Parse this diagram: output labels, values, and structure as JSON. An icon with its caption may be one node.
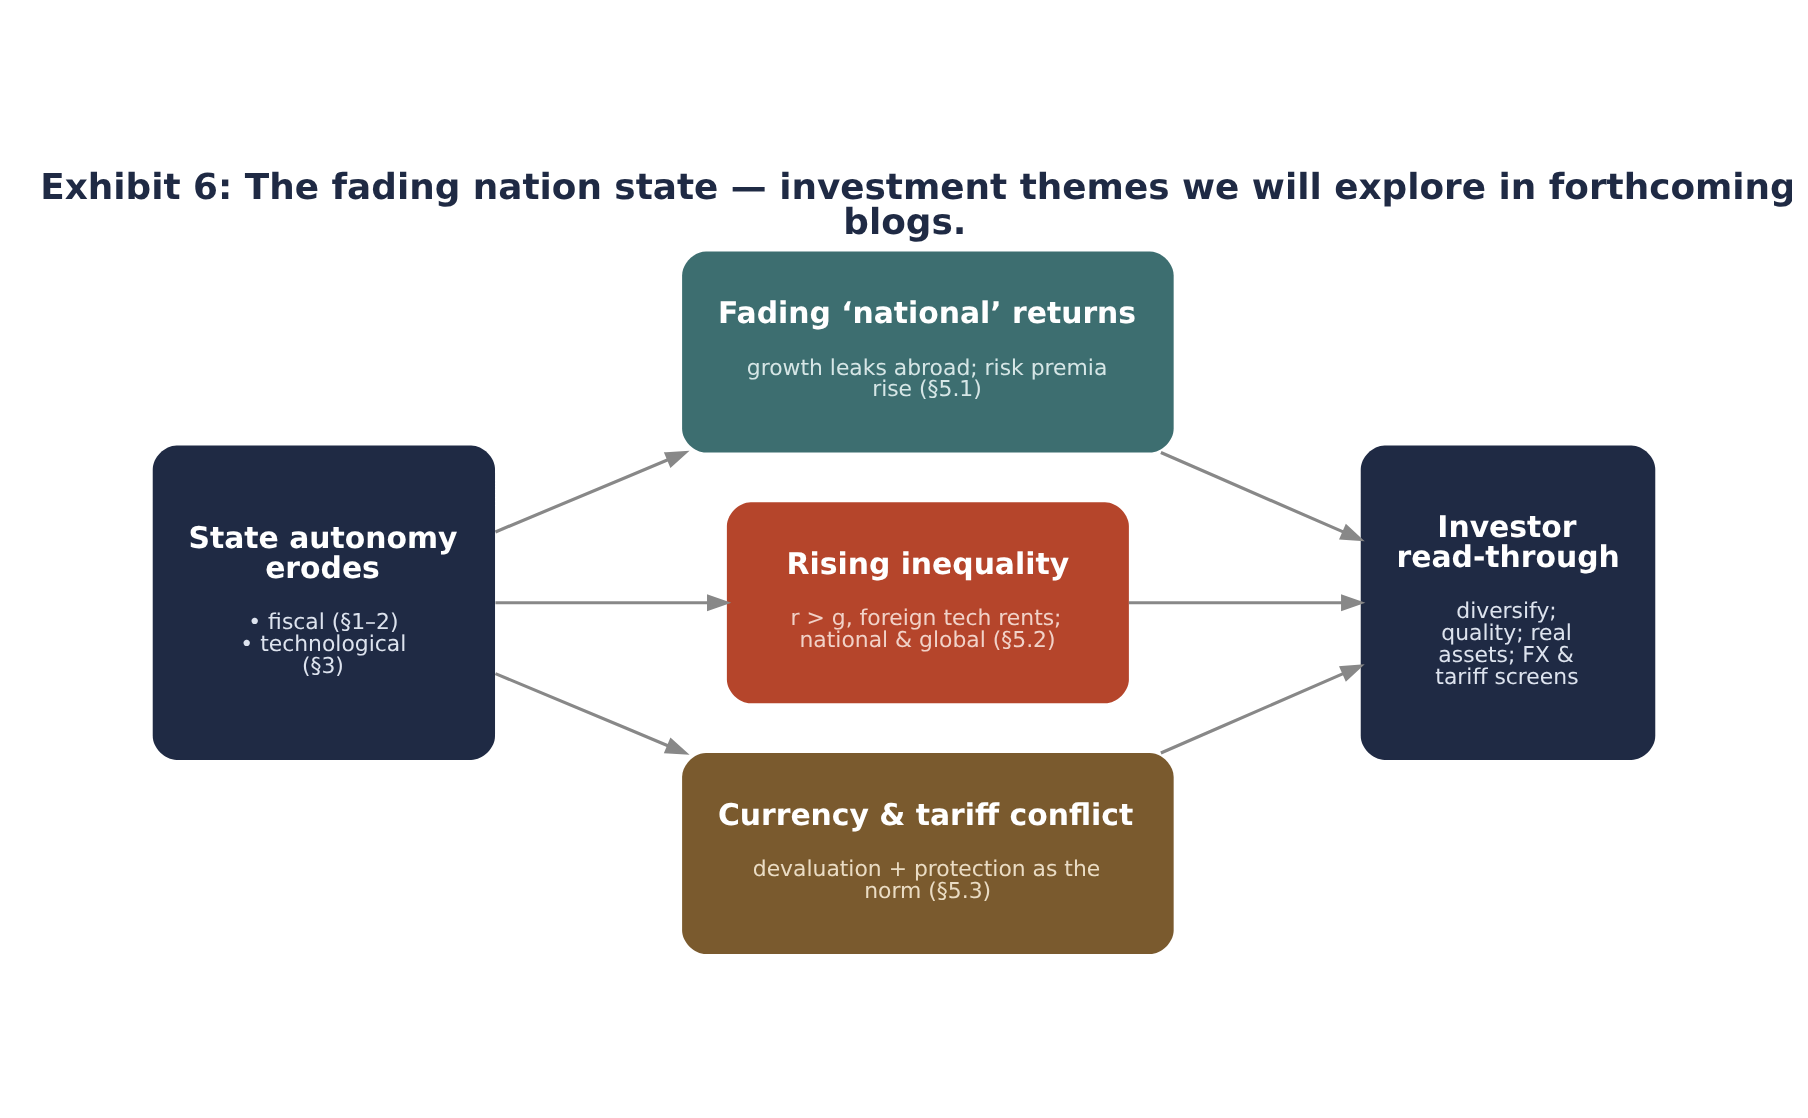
{
  "diagram": {
    "title": "Exhibit 6: The fading nation state — investment themes we will explore in forthcoming blogs.",
    "nodes": [
      {
        "text": [
          "State autonomy erodes",
          "• fiscal (§1–2)",
          "• technological (§3)"
        ]
      },
      {
        "text": [
          "Fading ‘national’ returns",
          "growth leaks abroad; risk premia rise (§5.1)"
        ]
      },
      {
        "text": [
          "Rising inequality",
          "r > g, foreign tech rents; national & global (§5.2)"
        ]
      },
      {
        "text": [
          "Currency & tariff conflict",
          "devaluation + protection as the norm (§5.3)"
        ]
      },
      {
        "text": [
          "Investor read-through",
          "diversify; quality; real assets; FX & tariff screens"
        ]
      }
    ],
    "edges": [
      {
        "from": 0,
        "to": 1,
        "arrow": "to"
      },
      {
        "from": 0,
        "to": 2,
        "arrow": "to"
      },
      {
        "from": 0,
        "to": 3,
        "arrow": "to"
      },
      {
        "from": 1,
        "to": 4,
        "arrow": "to"
      },
      {
        "from": 2,
        "to": 4,
        "arrow": "to"
      },
      {
        "from": 3,
        "to": 4,
        "arrow": "to"
      }
    ]
  }
}
